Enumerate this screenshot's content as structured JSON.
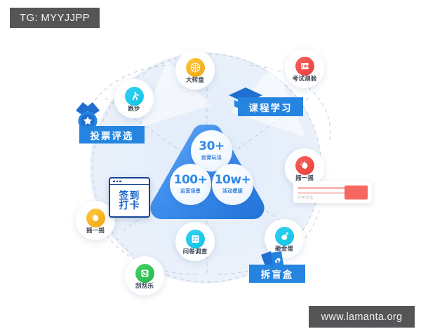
{
  "watermarks": {
    "top_left": "TG: MYYJJPP",
    "bottom_right": "www.lamanta.org"
  },
  "center": {
    "shape": "rounded-triangle",
    "accent_color": "#2f86e6",
    "stats": [
      {
        "value": "30+",
        "label": "运营玩法",
        "position": "top"
      },
      {
        "value": "100+",
        "label": "运营场景",
        "position": "bottom-left"
      },
      {
        "value": "10w+",
        "label": "活动模版",
        "position": "bottom-right"
      }
    ]
  },
  "nodes": [
    {
      "caption": "大转盘",
      "icon": "wheel-icon",
      "color": "#f0a513",
      "glyph": "✲"
    },
    {
      "caption": "考试测验",
      "icon": "exam-score-icon",
      "color": "#e8413c",
      "glyph": "100"
    },
    {
      "caption": "跑步",
      "icon": "running-icon",
      "color": "#15c2e6",
      "glyph": "🏃"
    },
    {
      "caption": "摇一摇",
      "icon": "shake-red-icon",
      "color": "#e8413c",
      "glyph": "✊"
    },
    {
      "caption": "摇一摇",
      "icon": "shake-gold-icon",
      "color": "#f0a513",
      "glyph": "✊"
    },
    {
      "caption": "问卷调查",
      "icon": "survey-icon",
      "color": "#15c2e6",
      "glyph": "≡"
    },
    {
      "caption": "砸金蛋",
      "icon": "golden-egg-icon",
      "color": "#15c2e6",
      "glyph": "◓"
    },
    {
      "caption": "刮刮乐",
      "icon": "scratch-icon",
      "color": "#23b84c",
      "glyph": "◎"
    }
  ],
  "labels": [
    {
      "text": "投票评选",
      "icon": "medal-icon",
      "style": "blue-pill",
      "color": "#2584e0"
    },
    {
      "text": "课程学习",
      "icon": "graduation-cap-icon",
      "style": "blue-pill",
      "color": "#2584e0"
    },
    {
      "text": "拆盲盒",
      "icon": "playing-cards-icon",
      "style": "blue-pill",
      "color": "#2584e0"
    },
    {
      "text": "签到打卡",
      "icon": "window-card-icon",
      "style": "white-card",
      "color": "#1a63c8"
    }
  ],
  "signin_card": {
    "line1": "签到",
    "line2": "打卡"
  },
  "input_card": {
    "placeholder": "问卷调查",
    "button_color": "#f5675f"
  }
}
